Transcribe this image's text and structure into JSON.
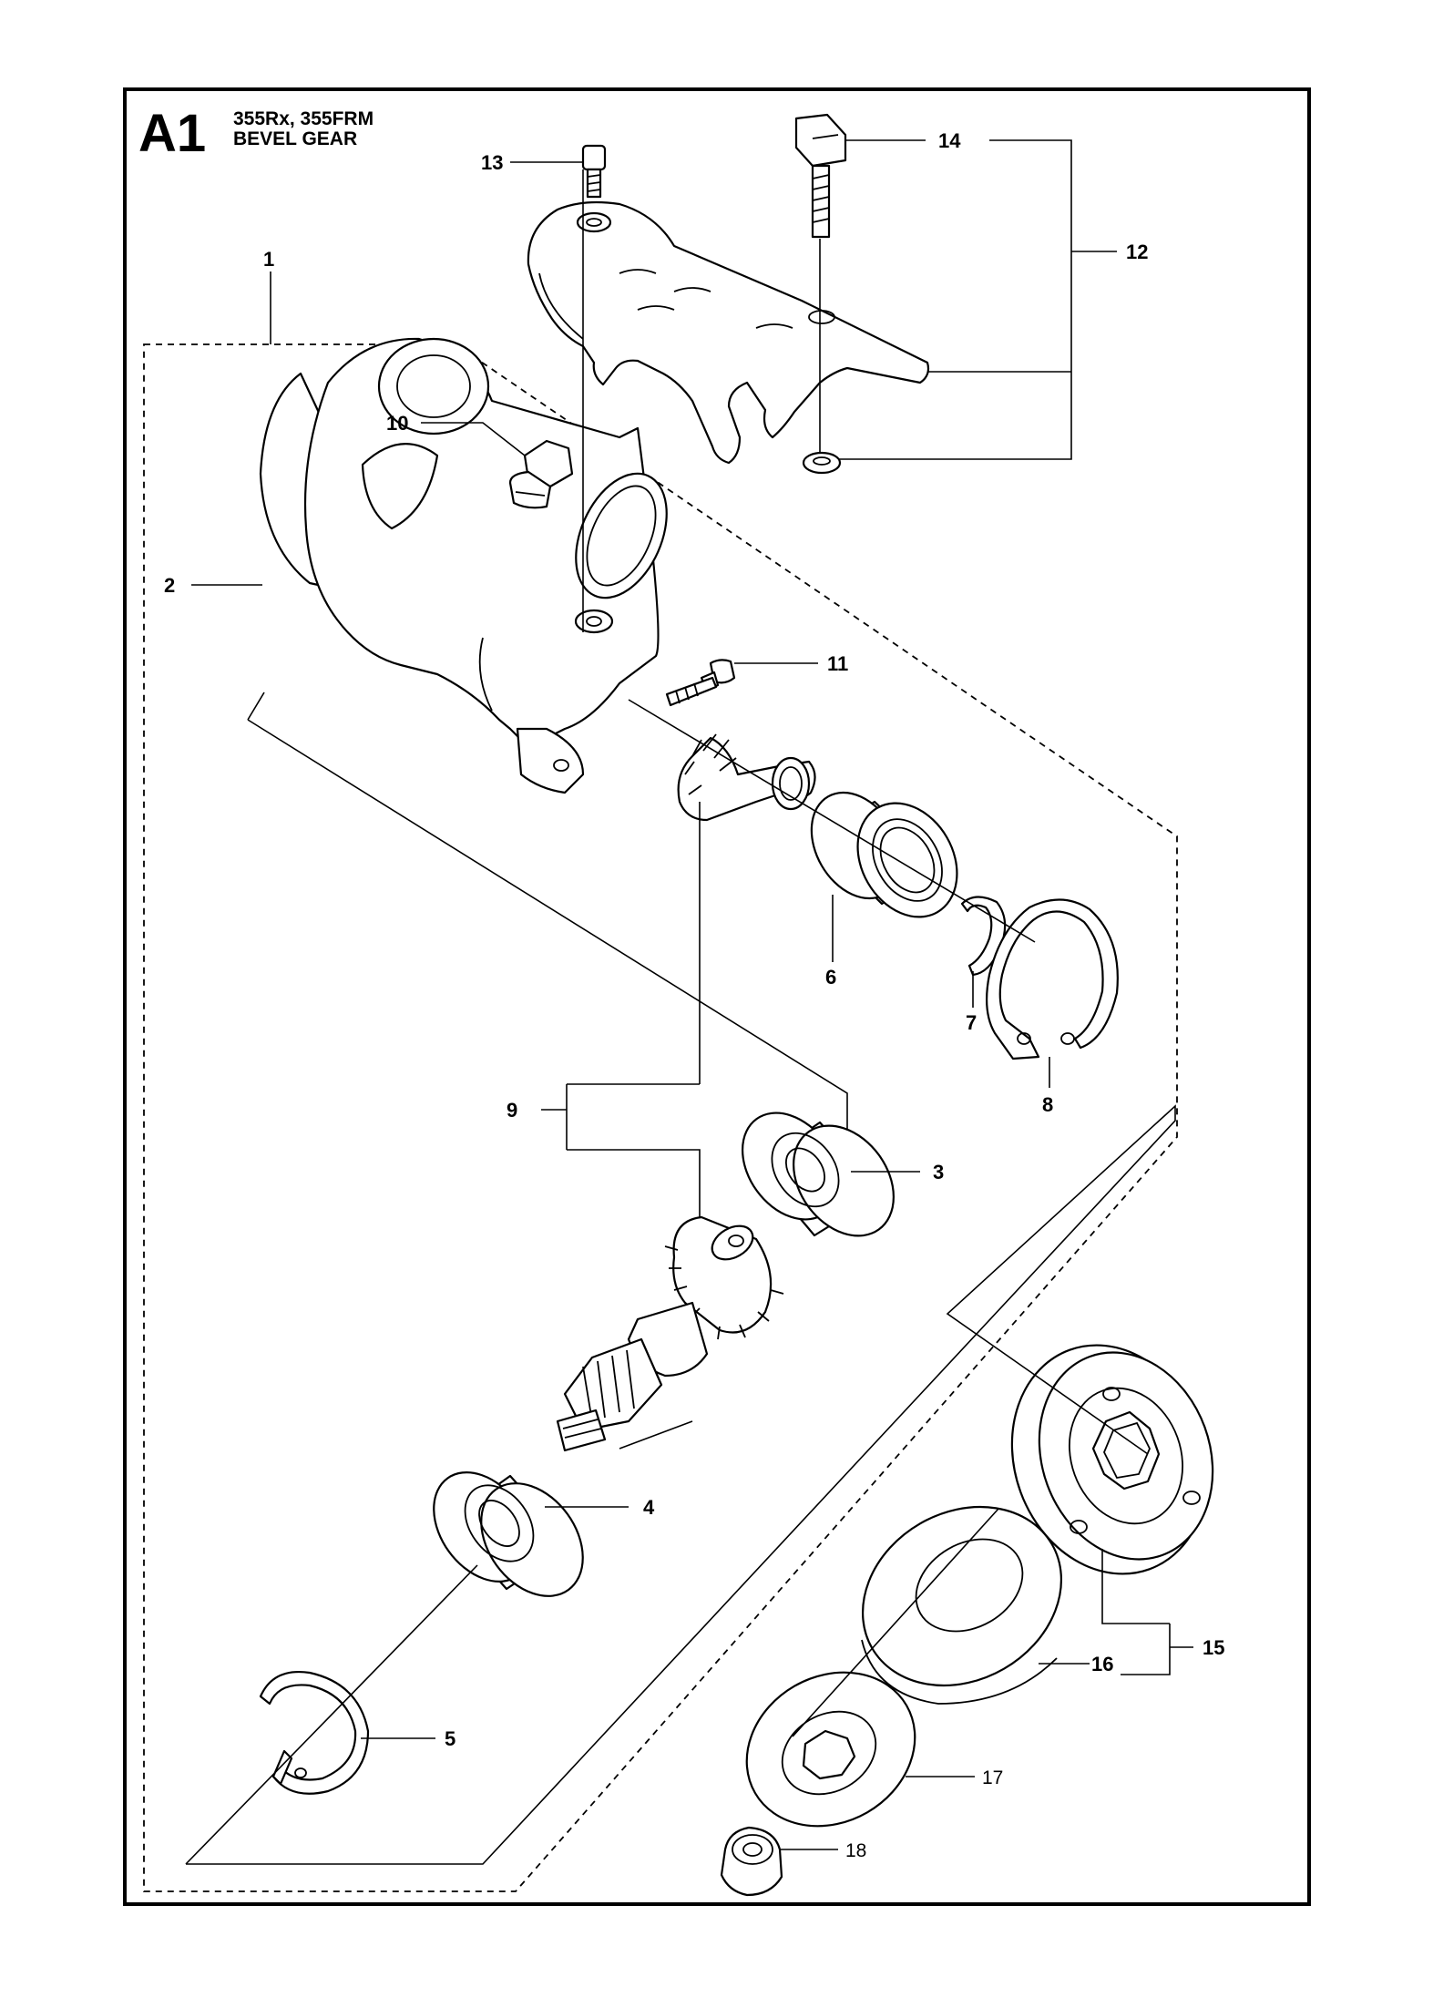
{
  "header": {
    "section_code": "A1",
    "models": "355Rx, 355FRM",
    "title": "BEVEL GEAR"
  },
  "callouts": {
    "c1": "1",
    "c2": "2",
    "c3": "3",
    "c4": "4",
    "c5": "5",
    "c6": "6",
    "c7": "7",
    "c8": "8",
    "c9": "9",
    "c10": "10",
    "c11": "11",
    "c12": "12",
    "c13": "13",
    "c14": "14",
    "c15": "15",
    "c16": "16",
    "c17": "17",
    "c18": "18"
  }
}
